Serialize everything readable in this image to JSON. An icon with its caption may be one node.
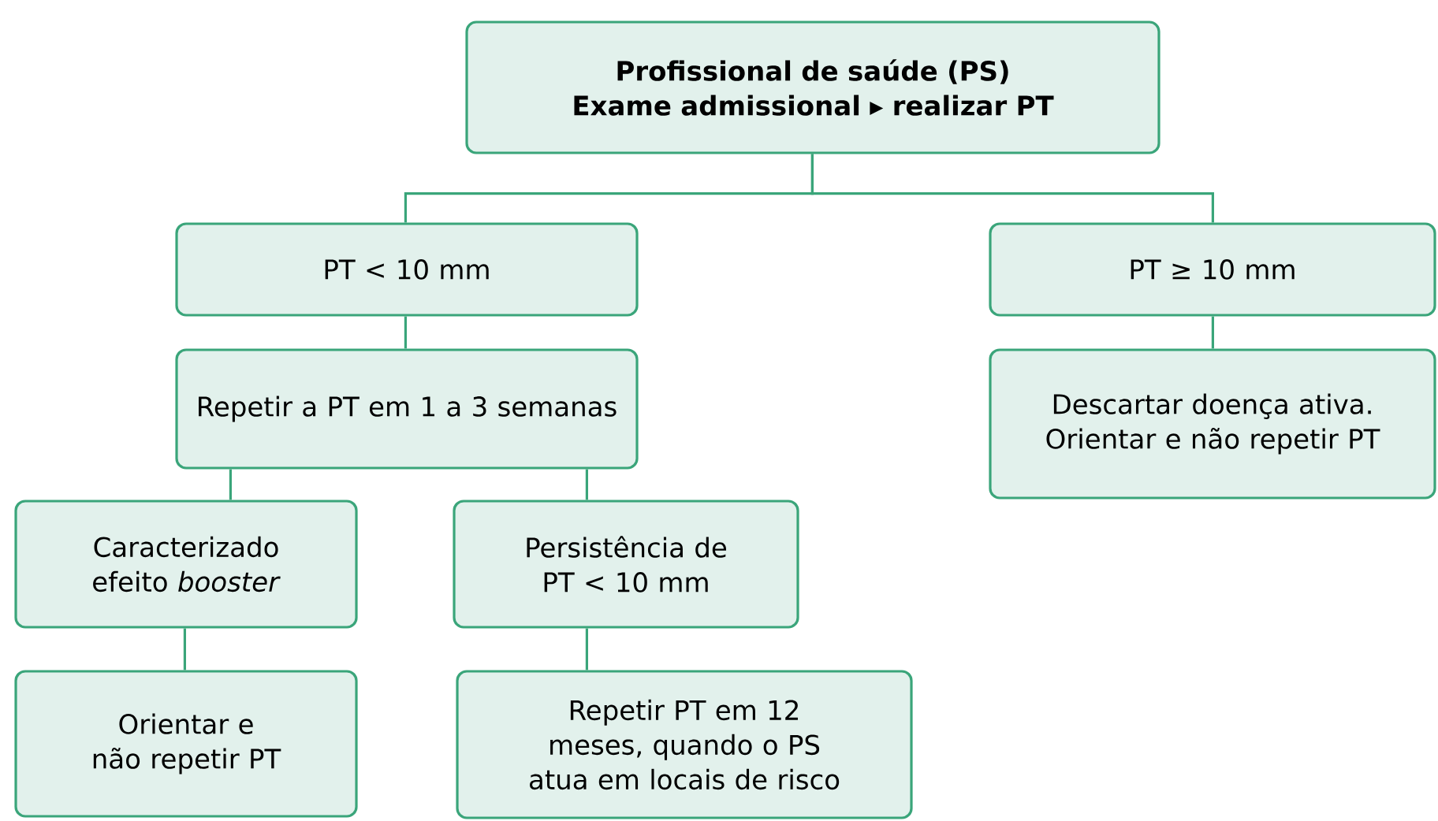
{
  "diagram": {
    "nodes": [
      {
        "text": [
          "Profissional de saúde (PS)",
          "Exame admissional ▸ realizar PT"
        ]
      },
      {
        "text": [
          "PT < 10 mm"
        ]
      },
      {
        "text": [
          "PT ≥ 10 mm"
        ]
      },
      {
        "text": [
          "Repetir a PT em 1 a 3 semanas"
        ]
      },
      {
        "text": [
          "Descartar doença ativa. Orientar e não repetir PT"
        ]
      },
      {
        "text": [
          "Caracterizado efeito *booster*"
        ]
      },
      {
        "text": [
          "Persistência de PT < 10 mm"
        ]
      },
      {
        "text": [
          "Orientar e não repetir PT"
        ]
      },
      {
        "text": [
          "Repetir PT em 12 meses, quando o PS atua em locais de risco"
        ]
      }
    ],
    "edges": [
      {
        "from": 0,
        "to": 1,
        "arrow": "none"
      },
      {
        "from": 0,
        "to": 2,
        "arrow": "none"
      },
      {
        "from": 1,
        "to": 3,
        "arrow": "none"
      },
      {
        "from": 2,
        "to": 4,
        "arrow": "none"
      },
      {
        "from": 3,
        "to": 5,
        "arrow": "none"
      },
      {
        "from": 3,
        "to": 6,
        "arrow": "none"
      },
      {
        "from": 5,
        "to": 7,
        "arrow": "none"
      },
      {
        "from": 6,
        "to": 8,
        "arrow": "none"
      }
    ]
  }
}
